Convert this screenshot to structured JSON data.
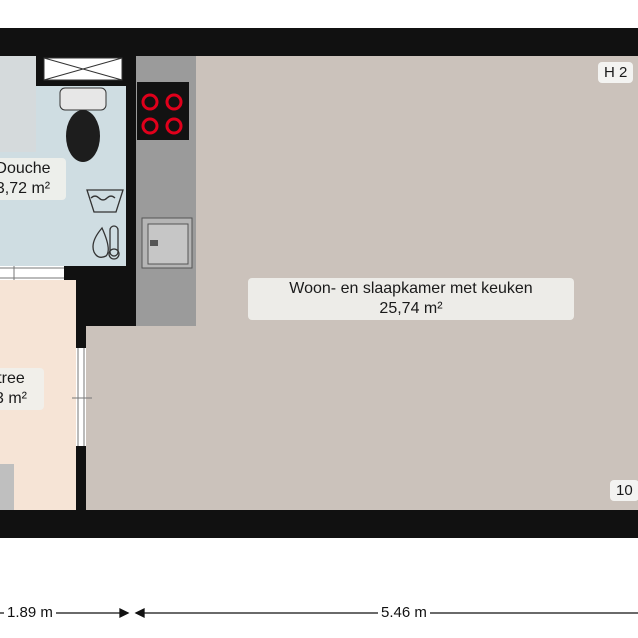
{
  "rooms": {
    "living": {
      "name": "Woon- en slaapkamer met keuken",
      "area": "25,74 m²"
    },
    "shower": {
      "name": "Douche",
      "area": "3,72 m²"
    },
    "entry": {
      "name": "tree",
      "area": "3 m²"
    }
  },
  "badges": {
    "height": "H 2",
    "marker": "10"
  },
  "dimensions": {
    "left": "1.89 m",
    "right": "5.46 m"
  },
  "colors": {
    "wall": "#111111",
    "living_floor": "#cbc2bb",
    "shower_floor": "#cfdde2",
    "entry_floor": "#f6e4d6",
    "kitchen_counter": "#9b9b9b",
    "hob_element": "#e0001b"
  }
}
